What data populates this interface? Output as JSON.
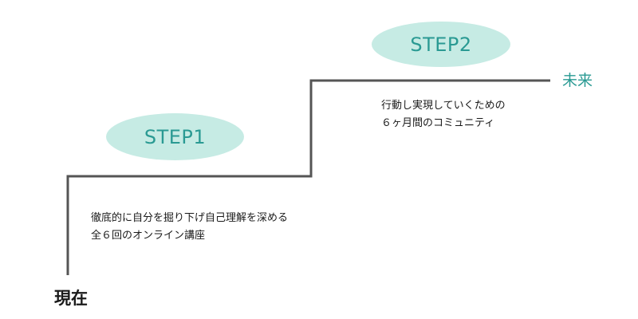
{
  "diagram": {
    "start_label": "現在",
    "end_label": "未来",
    "steps": [
      {
        "badge": "STEP1",
        "caption_lines": [
          "徹底的に自分を掘り下げ自己理解を深める",
          "全６回のオンライン講座"
        ]
      },
      {
        "badge": "STEP2",
        "caption_lines": [
          "行動し実現していくための",
          "６ヶ月間のコミュニティ"
        ]
      }
    ]
  },
  "colors": {
    "badge_fill": "#c6ebe4",
    "accent": "#2a9a93",
    "stair_line": "#555555",
    "text": "#1a1a1a"
  }
}
